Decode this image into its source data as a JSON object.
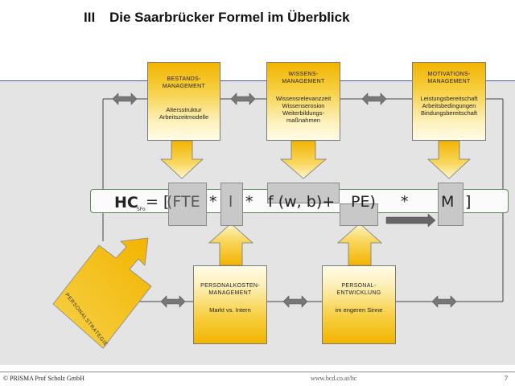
{
  "header": {
    "section_number": "III",
    "title": "Die Saarbrücker Formel im Überblick"
  },
  "colors": {
    "accent_yellow": "#f2b400",
    "panel_gray": "#e4e4e4",
    "formula_border": "#5a8a5a"
  },
  "boxes": {
    "bestand": {
      "heading": "BESTANDS-\nMANAGEMENT",
      "body": "Altersstruktur\nArbeitszeitmodelle"
    },
    "wissen": {
      "heading": "WISSENS-\nMANAGEMENT",
      "body": "Wissensrelevanzzeit\nWissenserosion\nWeiterbildungs-\nmaßnahmen"
    },
    "motivation": {
      "heading": "MOTIVATIONS-\nMANAGEMENT",
      "body": "Leistungsbereitschaft\nArbeitsbedingungen\nBindungsbereitschaft"
    },
    "kosten": {
      "heading": "PERSONALKOSTEN-\nMANAGEMENT",
      "body": "Markt vs. Intern"
    },
    "entwicklung": {
      "heading": "PERSONAL-\nENTWICKLUNG",
      "body": "im engeren Sinne"
    },
    "strategie": {
      "label": "PERSONALSTRATEGIE"
    }
  },
  "formula": {
    "hc": "HC",
    "subscript": "SFo",
    "equals_bracket": "= [",
    "fte": "(FTE",
    "times1": "*",
    "l": "l",
    "times2": "*",
    "f_term": "f (w, b)+",
    "pe": "PE)",
    "times3": "*",
    "m": "M",
    "close": "]"
  },
  "footer": {
    "left": "© PRISMA Prof Scholz GmbH",
    "center": "www.bcd.co.at/hc",
    "page": "7"
  }
}
